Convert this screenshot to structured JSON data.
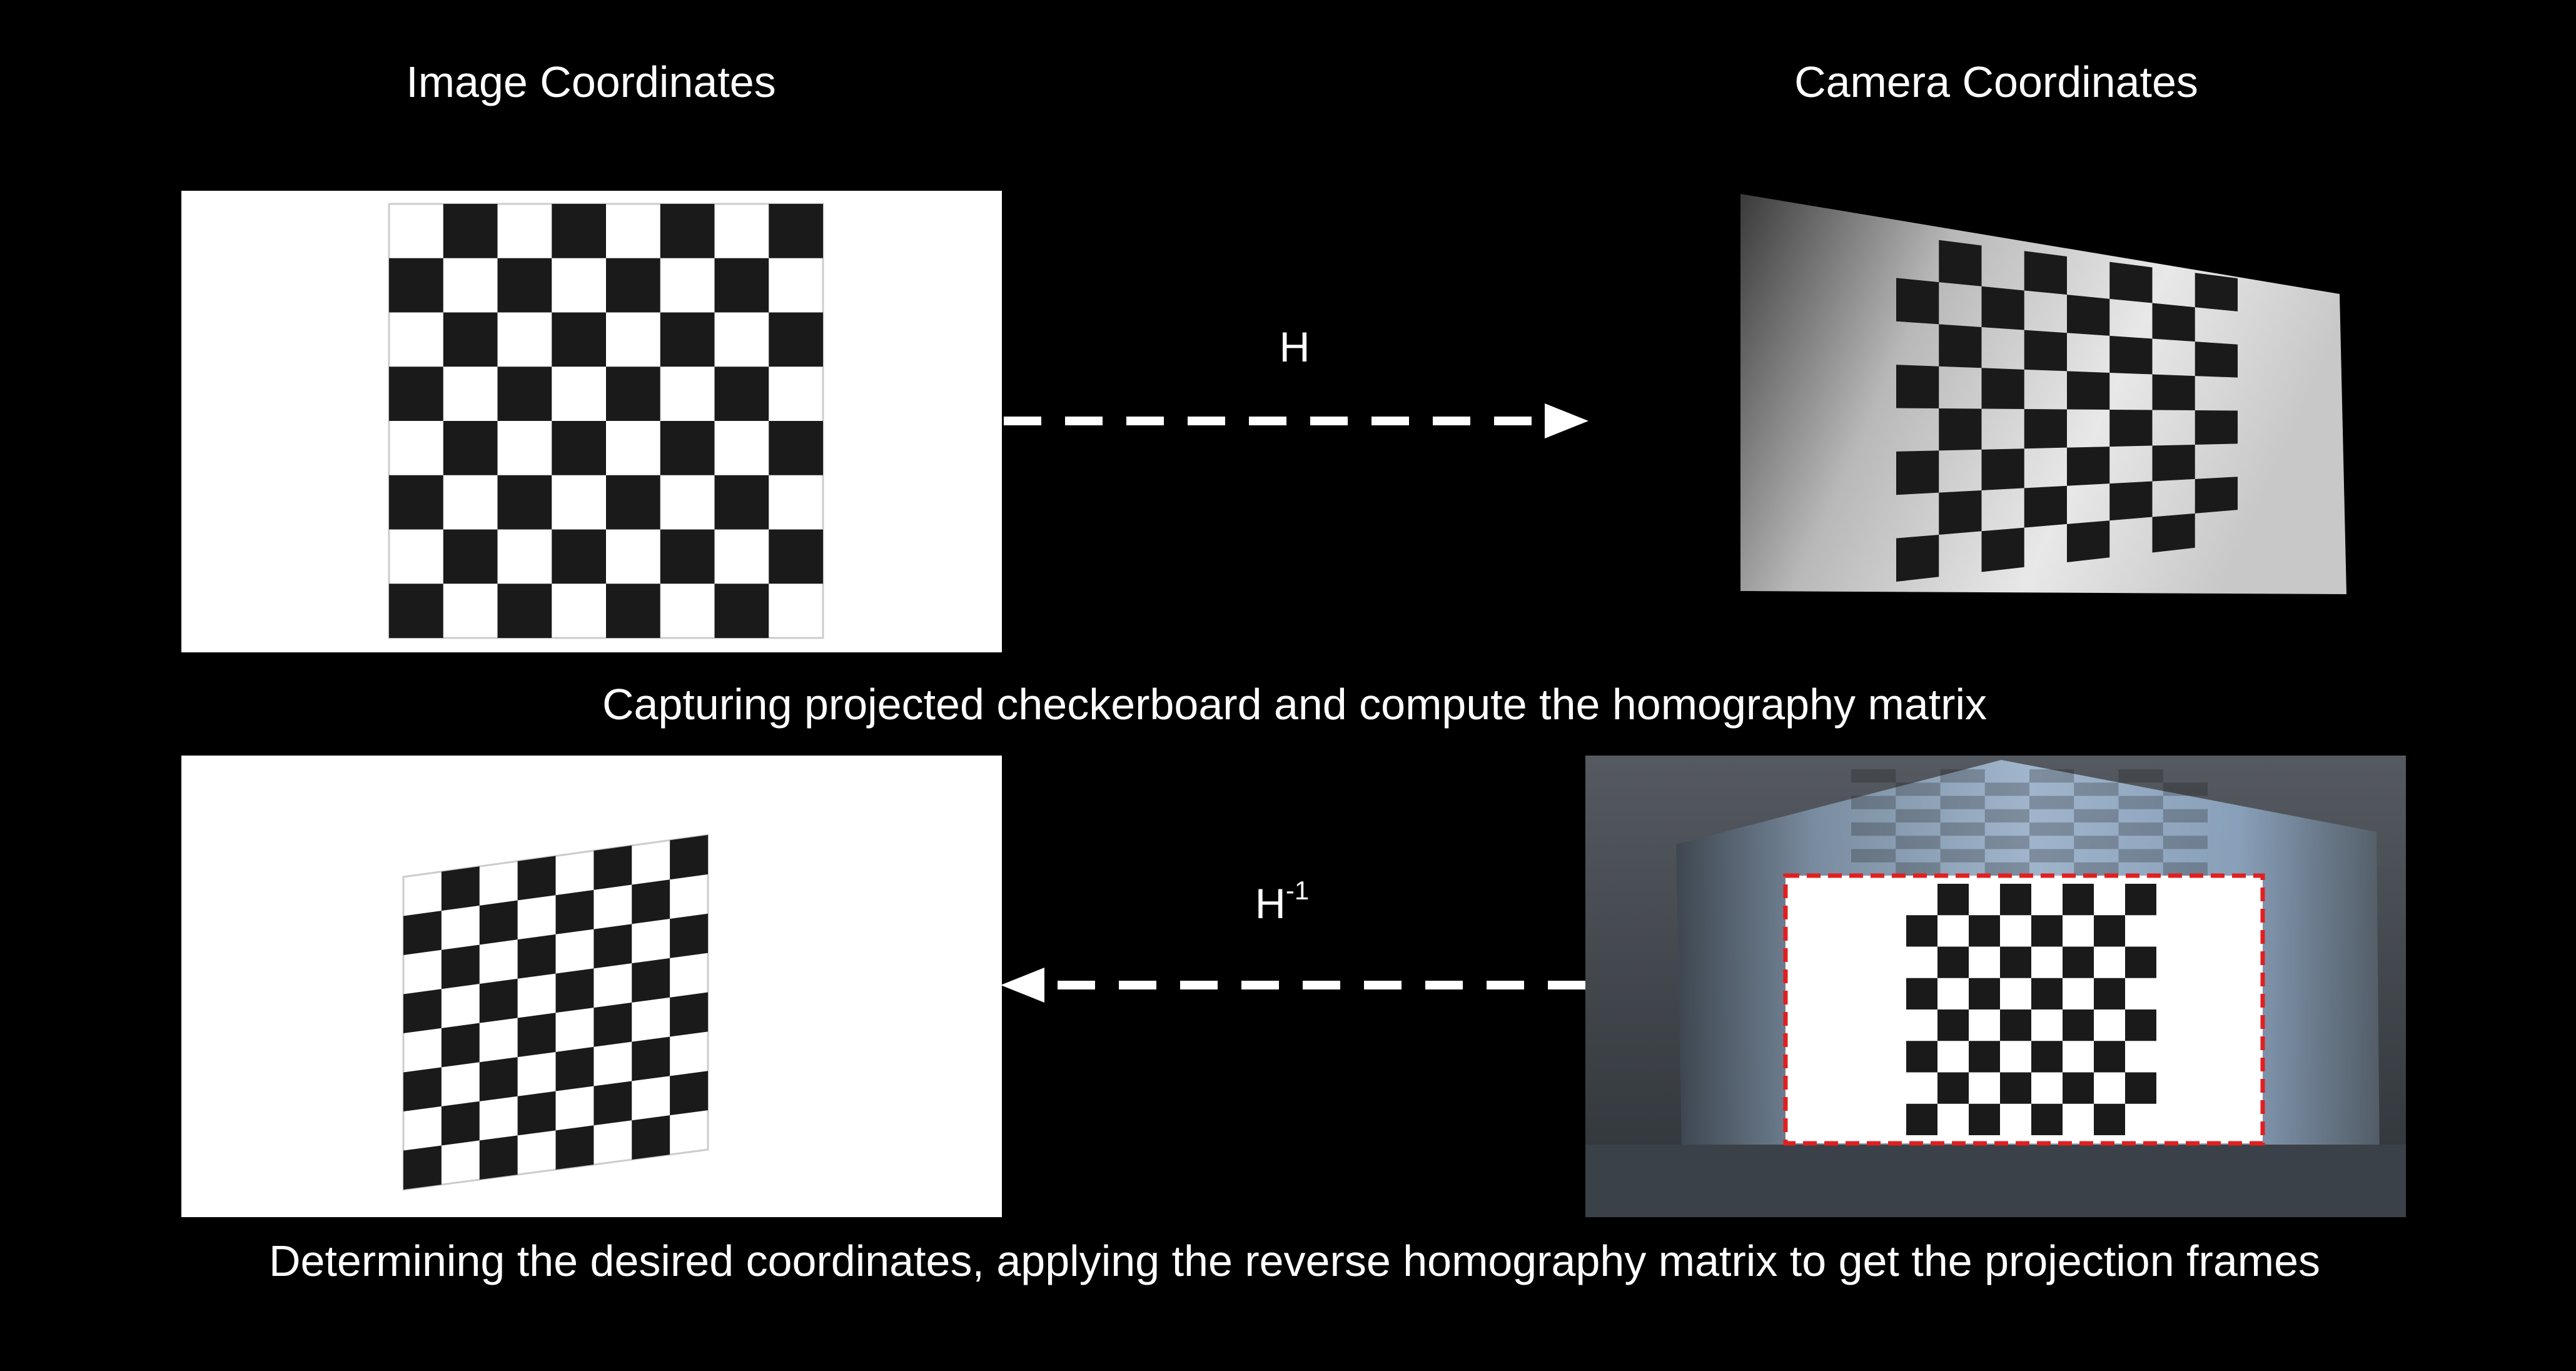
{
  "labels": {
    "image_coordinates": "Image Coordinates",
    "camera_coordinates": "Camera Coordinates",
    "forward_arrow": "H",
    "inverse_arrow_base": "H",
    "inverse_arrow_sup": "-1",
    "caption_top": "Capturing projected checkerboard and compute the homography matrix",
    "caption_bottom": "Determining the desired coordinates, applying the reverse homography matrix to get the projection frames"
  },
  "colors": {
    "background": "#000000",
    "text": "#ffffff",
    "arrow": "#ffffff",
    "checker_dark": "#1a1a1a",
    "checker_light": "#ffffff",
    "roi_outline": "#e02020",
    "scene_tint": "#8fa8c4"
  },
  "checkerboard": {
    "columns": 8,
    "rows": 8
  }
}
